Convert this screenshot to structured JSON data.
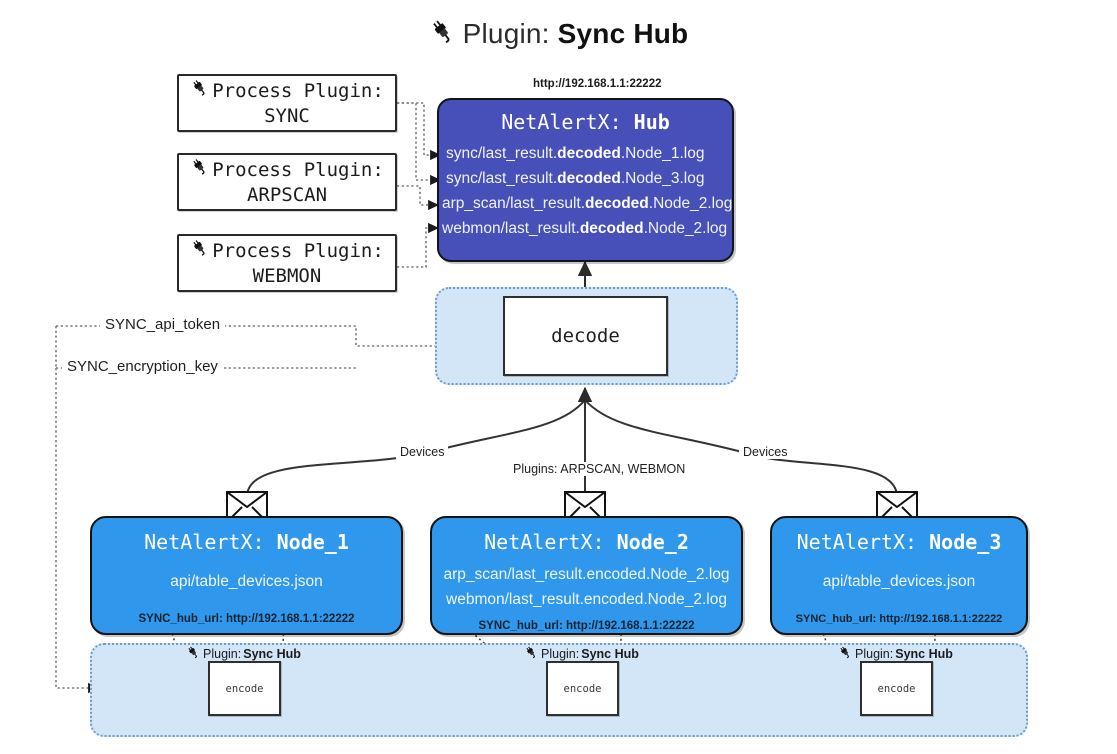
{
  "page": {
    "title_prefix": "Plugin:",
    "title_name": "Sync Hub",
    "title_icon": "plug-icon",
    "background": "#ffffff"
  },
  "colors": {
    "hub_fill": "#4650b8",
    "node_fill": "#2f97ec",
    "container_fill": "#d3e6f8",
    "container_border": "#6d9cc6",
    "stroke": "#2a2a2a"
  },
  "process_plugins": [
    {
      "icon": "plug-icon",
      "line1": "Process Plugin:",
      "line2": "SYNC"
    },
    {
      "icon": "plug-icon",
      "line1": "Process Plugin:",
      "line2": "ARPSCAN"
    },
    {
      "icon": "plug-icon",
      "line1": "Process Plugin:",
      "line2": "WEBMON"
    }
  ],
  "hub": {
    "url": "http://192.168.1.1:22222",
    "title_prefix": "NetAlertX:",
    "title_name": "Hub",
    "logs": [
      {
        "pre": "sync/last_result.",
        "mid": "decoded",
        "post": ".Node_1.log"
      },
      {
        "pre": "sync/last_result.",
        "mid": "decoded",
        "post": ".Node_3.log"
      },
      {
        "pre": "arp_scan/last_result.",
        "mid": "decoded",
        "post": ".Node_2.log"
      },
      {
        "pre": "webmon/last_result.",
        "mid": "decoded",
        "post": ".Node_2.log"
      }
    ]
  },
  "decode": {
    "label": "decode"
  },
  "secrets": [
    {
      "label": "SYNC_api_token"
    },
    {
      "label": "SYNC_encryption_key"
    }
  ],
  "edges": {
    "devices_left": "Devices",
    "devices_right": "Devices",
    "plugins_center": "Plugins: ARPSCAN, WEBMON"
  },
  "nodes": [
    {
      "title_prefix": "NetAlertX:",
      "title_name": "Node_1",
      "lines": [
        "api/table_devices.json"
      ],
      "footer": "SYNC_hub_url: http://192.168.1.1:22222",
      "mail_icon": "envelope-icon"
    },
    {
      "title_prefix": "NetAlertX:",
      "title_name": "Node_2",
      "lines": [
        "arp_scan/last_result.encoded.Node_2.log",
        "webmon/last_result.encoded.Node_2.log"
      ],
      "footer": "SYNC_hub_url: http://192.168.1.1:22222",
      "mail_icon": "envelope-icon"
    },
    {
      "title_prefix": "NetAlertX:",
      "title_name": "Node_3",
      "lines": [
        "api/table_devices.json"
      ],
      "footer": "SYNC_hub_url: http://192.168.1.1:22222",
      "mail_icon": "envelope-icon"
    }
  ],
  "encoders": [
    {
      "tag_prefix": "Plugin:",
      "tag_name": "Sync Hub",
      "label": "encode",
      "icon": "plug-icon"
    },
    {
      "tag_prefix": "Plugin:",
      "tag_name": "Sync Hub",
      "label": "encode",
      "icon": "plug-icon"
    },
    {
      "tag_prefix": "Plugin:",
      "tag_name": "Sync Hub",
      "label": "encode",
      "icon": "plug-icon"
    }
  ]
}
